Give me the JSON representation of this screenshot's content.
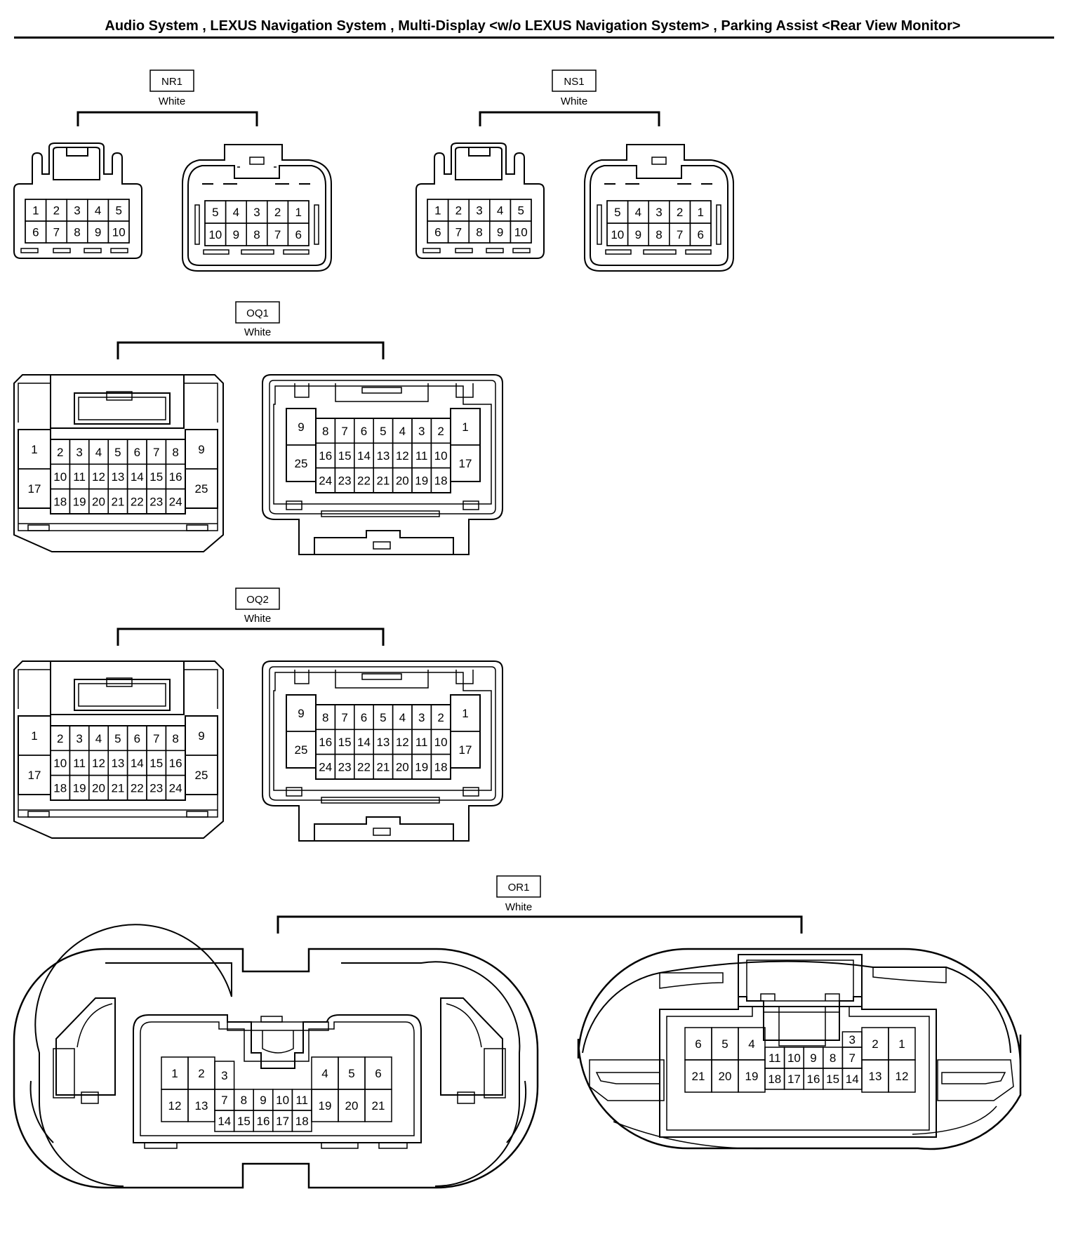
{
  "title": "Audio System , LEXUS Navigation System , Multi-Display <w/o LEXUS Navigation System> , Parking Assist <Rear View Monitor>",
  "connectors": [
    {
      "id": "NR1",
      "color": "White"
    },
    {
      "id": "NS1",
      "color": "White"
    },
    {
      "id": "OQ1",
      "color": "White"
    },
    {
      "id": "OQ2",
      "color": "White"
    },
    {
      "id": "OR1",
      "color": "White"
    }
  ],
  "pin_layouts": {
    "c10_male": [
      [
        "1",
        "2",
        "3",
        "4",
        "5"
      ],
      [
        "6",
        "7",
        "8",
        "9",
        "10"
      ]
    ],
    "c10_female": [
      [
        "5",
        "4",
        "3",
        "2",
        "1"
      ],
      [
        "10",
        "9",
        "8",
        "7",
        "6"
      ]
    ],
    "c25_male": {
      "left": [
        "1",
        "17"
      ],
      "right": [
        "9",
        "25"
      ],
      "rows": [
        [
          "2",
          "3",
          "4",
          "5",
          "6",
          "7",
          "8"
        ],
        [
          "10",
          "11",
          "12",
          "13",
          "14",
          "15",
          "16"
        ],
        [
          "18",
          "19",
          "20",
          "21",
          "22",
          "23",
          "24"
        ]
      ]
    },
    "c25_female": {
      "left": [
        "9",
        "25"
      ],
      "right": [
        "1",
        "17"
      ],
      "rows": [
        [
          "8",
          "7",
          "6",
          "5",
          "4",
          "3",
          "2"
        ],
        [
          "16",
          "15",
          "14",
          "13",
          "12",
          "11",
          "10"
        ],
        [
          "24",
          "23",
          "22",
          "21",
          "20",
          "19",
          "18"
        ]
      ]
    },
    "c21_male": {
      "top_left": [
        "1",
        "2"
      ],
      "bot_left": [
        "12",
        "13"
      ],
      "tall": "3",
      "mid": [
        "7",
        "8",
        "9",
        "10",
        "11"
      ],
      "low": [
        "14",
        "15",
        "16",
        "17",
        "18"
      ],
      "top_right": [
        "4",
        "5",
        "6"
      ],
      "bot_right": [
        "19",
        "20",
        "21"
      ]
    },
    "c21_female": {
      "top_left": [
        "6",
        "5",
        "4"
      ],
      "bot_left": [
        "21",
        "20",
        "19"
      ],
      "mid": [
        "11",
        "10",
        "9",
        "8",
        "7"
      ],
      "low": [
        "18",
        "17",
        "16",
        "15",
        "14"
      ],
      "tall": "3",
      "top_right": [
        "2",
        "1"
      ],
      "bot_right": [
        "13",
        "12"
      ]
    }
  }
}
